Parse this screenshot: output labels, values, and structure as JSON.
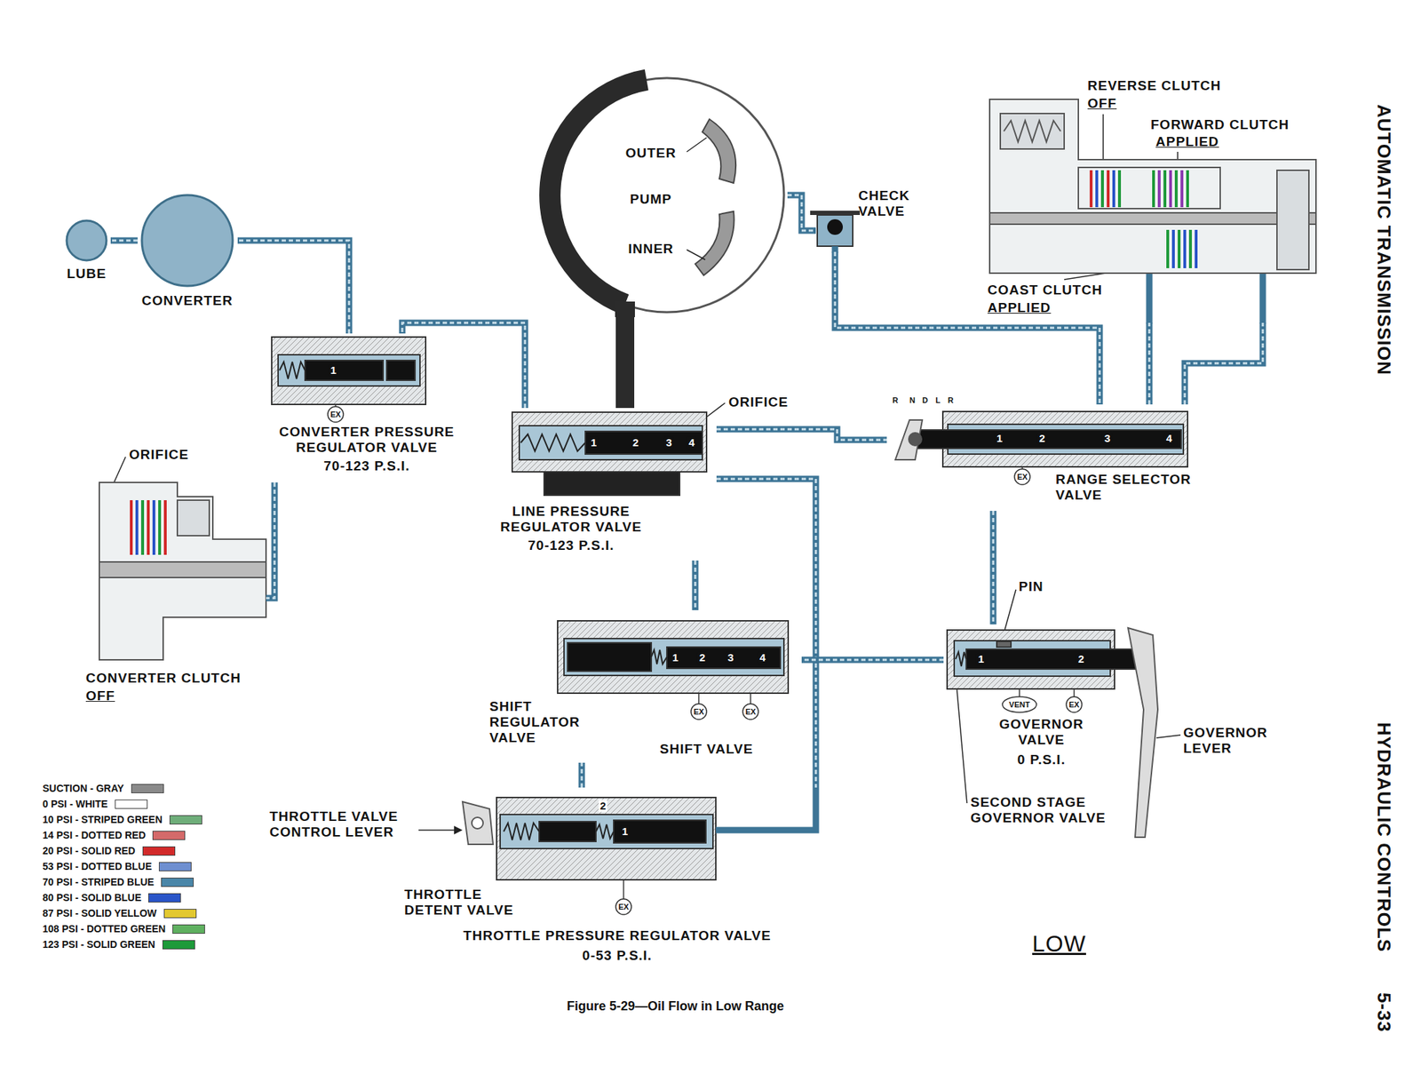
{
  "diagram": {
    "caption": "Figure 5-29—Oil Flow in Low Range",
    "nodes": [
      {
        "text": [
          "OUTER",
          "PUMP",
          "INNER"
        ]
      },
      {
        "text": [
          "LUBE"
        ]
      },
      {
        "text": [
          "CONVERTER"
        ]
      },
      {
        "text": [
          "CHECK VALVE"
        ]
      },
      {
        "text": [
          "CONVERTER PRESSURE REGULATOR VALVE",
          "70-123 P.S.I."
        ]
      },
      {
        "text": [
          "LINE PRESSURE REGULATOR VALVE",
          "70-123 P.S.I."
        ]
      },
      {
        "text": [
          "RANGE SELECTOR VALVE"
        ]
      },
      {
        "text": [
          "REVERSE CLUTCH",
          "OFF",
          "FORWARD CLUTCH",
          "APPLIED",
          "COAST CLUTCH",
          "APPLIED"
        ]
      },
      {
        "text": [
          "CONVERTER CLUTCH",
          "OFF"
        ]
      },
      {
        "text": [
          "SHIFT REGULATOR VALVE",
          "SHIFT VALVE"
        ]
      },
      {
        "text": [
          "GOVERNOR VALVE",
          "0 P.S.I."
        ]
      },
      {
        "text": [
          "THROTTLE DETENT VALVE",
          "THROTTLE PRESSURE REGULATOR VALVE",
          "0-53 P.S.I."
        ]
      }
    ],
    "edges": [
      {
        "from": 0,
        "to": 5,
        "arrow": "none"
      },
      {
        "from": 0,
        "to": 3,
        "arrow": "none"
      },
      {
        "from": 3,
        "to": 6,
        "arrow": "none"
      },
      {
        "from": 6,
        "to": 7,
        "arrow": "none"
      },
      {
        "from": 6,
        "to": 7,
        "arrow": "none"
      },
      {
        "from": 5,
        "to": 4,
        "arrow": "none"
      },
      {
        "from": 4,
        "to": 2,
        "arrow": "none"
      },
      {
        "from": 2,
        "to": 1,
        "arrow": "none"
      },
      {
        "from": 4,
        "to": 8,
        "arrow": "none"
      },
      {
        "from": 5,
        "to": 9,
        "arrow": "none"
      },
      {
        "from": 5,
        "to": 11,
        "arrow": "none"
      },
      {
        "from": 11,
        "to": 9,
        "arrow": "none"
      },
      {
        "from": 6,
        "to": 10,
        "arrow": "none"
      },
      {
        "from": 10,
        "to": 9,
        "arrow": "none"
      },
      {
        "from": 5,
        "to": 6,
        "arrow": "none"
      }
    ],
    "labels": [
      "ORIFICE",
      "ORIFICE",
      "PIN",
      "VENT",
      "EX",
      "EX",
      "EX",
      "EX",
      "EX",
      "EX",
      "R",
      "N",
      "D",
      "L",
      "R",
      "1",
      "1",
      "2",
      "3",
      "4",
      "1",
      "2",
      "3",
      "4",
      "1",
      "2",
      "3",
      "4",
      "1",
      "2",
      "2",
      "1",
      "GOVERNOR LEVER",
      "SECOND STAGE GOVERNOR VALVE",
      "THROTTLE VALVE CONTROL LEVER",
      "LOW",
      "AUTOMATIC TRANSMISSION",
      "HYDRAULIC CONTROLS",
      "5-33"
    ],
    "legend": [
      {
        "text": "SUCTION - GRAY",
        "color": "#8a8a8a"
      },
      {
        "text": "0 PSI - WHITE",
        "color": "#ffffff"
      },
      {
        "text": "10 PSI - STRIPED GREEN",
        "color": "#6fae7a"
      },
      {
        "text": "14 PSI - DOTTED RED",
        "color": "#d46a6a"
      },
      {
        "text": "20 PSI - SOLID RED",
        "color": "#d22a2a"
      },
      {
        "text": "53 PSI - DOTTED BLUE",
        "color": "#6e8fd0"
      },
      {
        "text": "70 PSI - STRIPED BLUE",
        "color": "#4a86a8"
      },
      {
        "text": "80 PSI - SOLID BLUE",
        "color": "#2a55c8"
      },
      {
        "text": "87 PSI - SOLID YELLOW",
        "color": "#e2c830"
      },
      {
        "text": "108 PSI - DOTTED GREEN",
        "color": "#5fb060"
      },
      {
        "text": "123 PSI - SOLID GREEN",
        "color": "#1e9a3a"
      }
    ]
  }
}
